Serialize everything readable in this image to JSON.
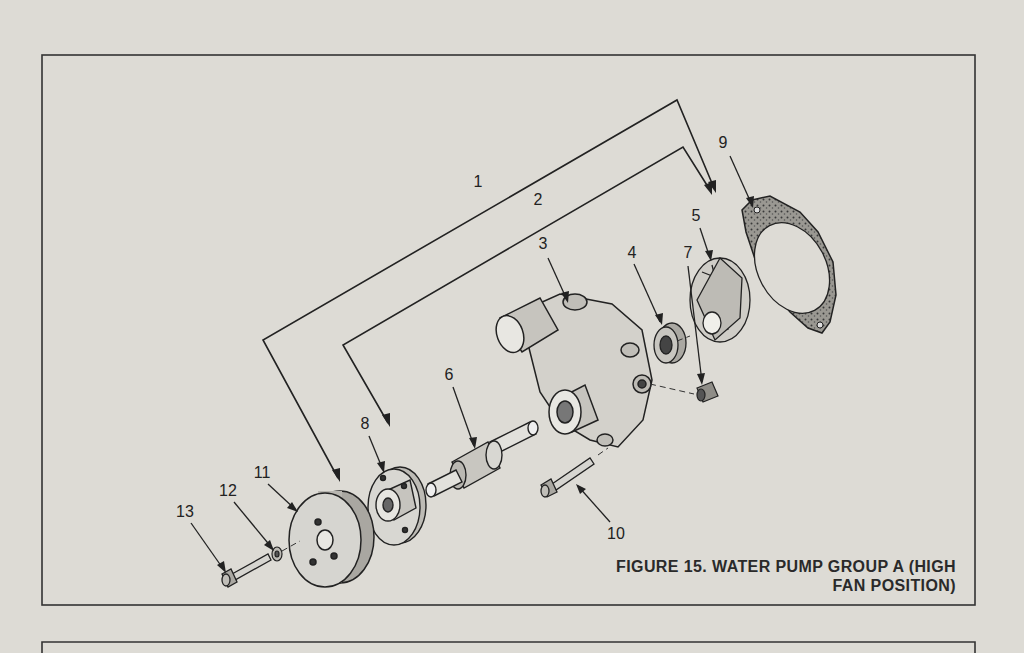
{
  "diagram": {
    "caption": "FIGURE 15. WATER PUMP GROUP A (HIGH FAN POSITION)",
    "labels": [
      "1",
      "2",
      "3",
      "4",
      "5",
      "6",
      "7",
      "8",
      "9",
      "10",
      "11",
      "12",
      "13"
    ]
  }
}
